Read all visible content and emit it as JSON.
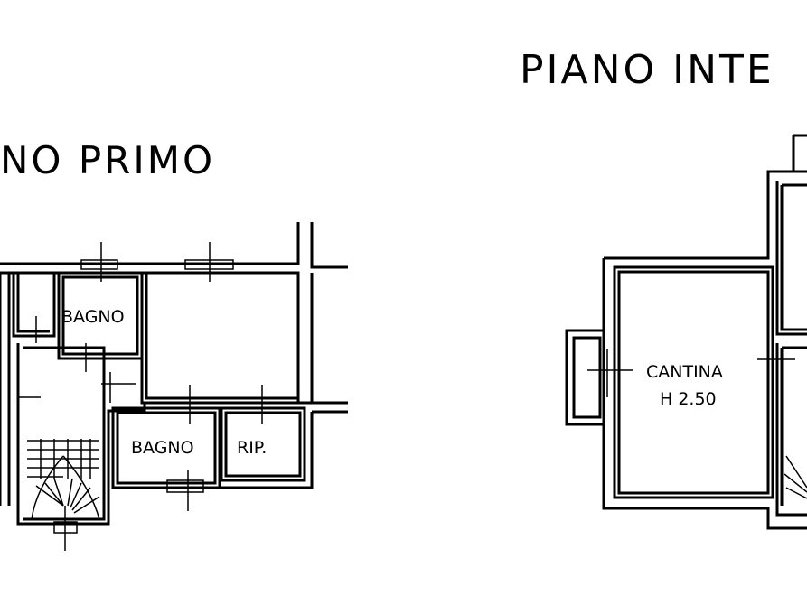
{
  "plans": {
    "left": {
      "title": "NO PRIMO",
      "rooms": [
        "BAGNO",
        "BAGNO",
        "RIP."
      ]
    },
    "right": {
      "title": "PIANO INTE",
      "rooms": [
        "CANTINA",
        "H 2.50"
      ]
    }
  }
}
